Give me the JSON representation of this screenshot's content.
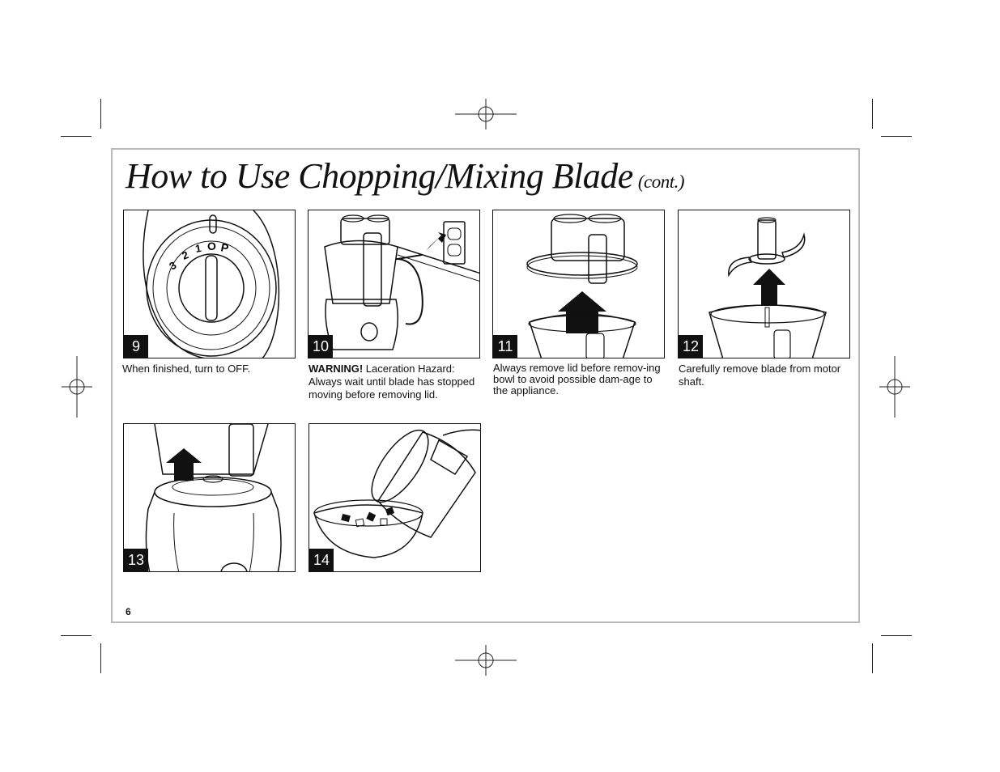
{
  "title": {
    "main": "How to Use Chopping/Mixing Blade",
    "suffix": "(cont.)"
  },
  "steps": [
    {
      "number": "9",
      "caption": "When finished, turn to OFF."
    },
    {
      "number": "10",
      "warning": "WARNING!",
      "caption": "Laceration Hazard: Always wait until blade has stopped moving before removing lid."
    },
    {
      "number": "11",
      "caption": "Always remove lid before remov-ing bowl to avoid possible dam-age to the appliance."
    },
    {
      "number": "12",
      "caption": "Carefully remove blade from motor shaft."
    },
    {
      "number": "13"
    },
    {
      "number": "14"
    }
  ],
  "dial_labels": [
    "3",
    "2",
    "1",
    "O",
    "P"
  ],
  "page_number": "6"
}
